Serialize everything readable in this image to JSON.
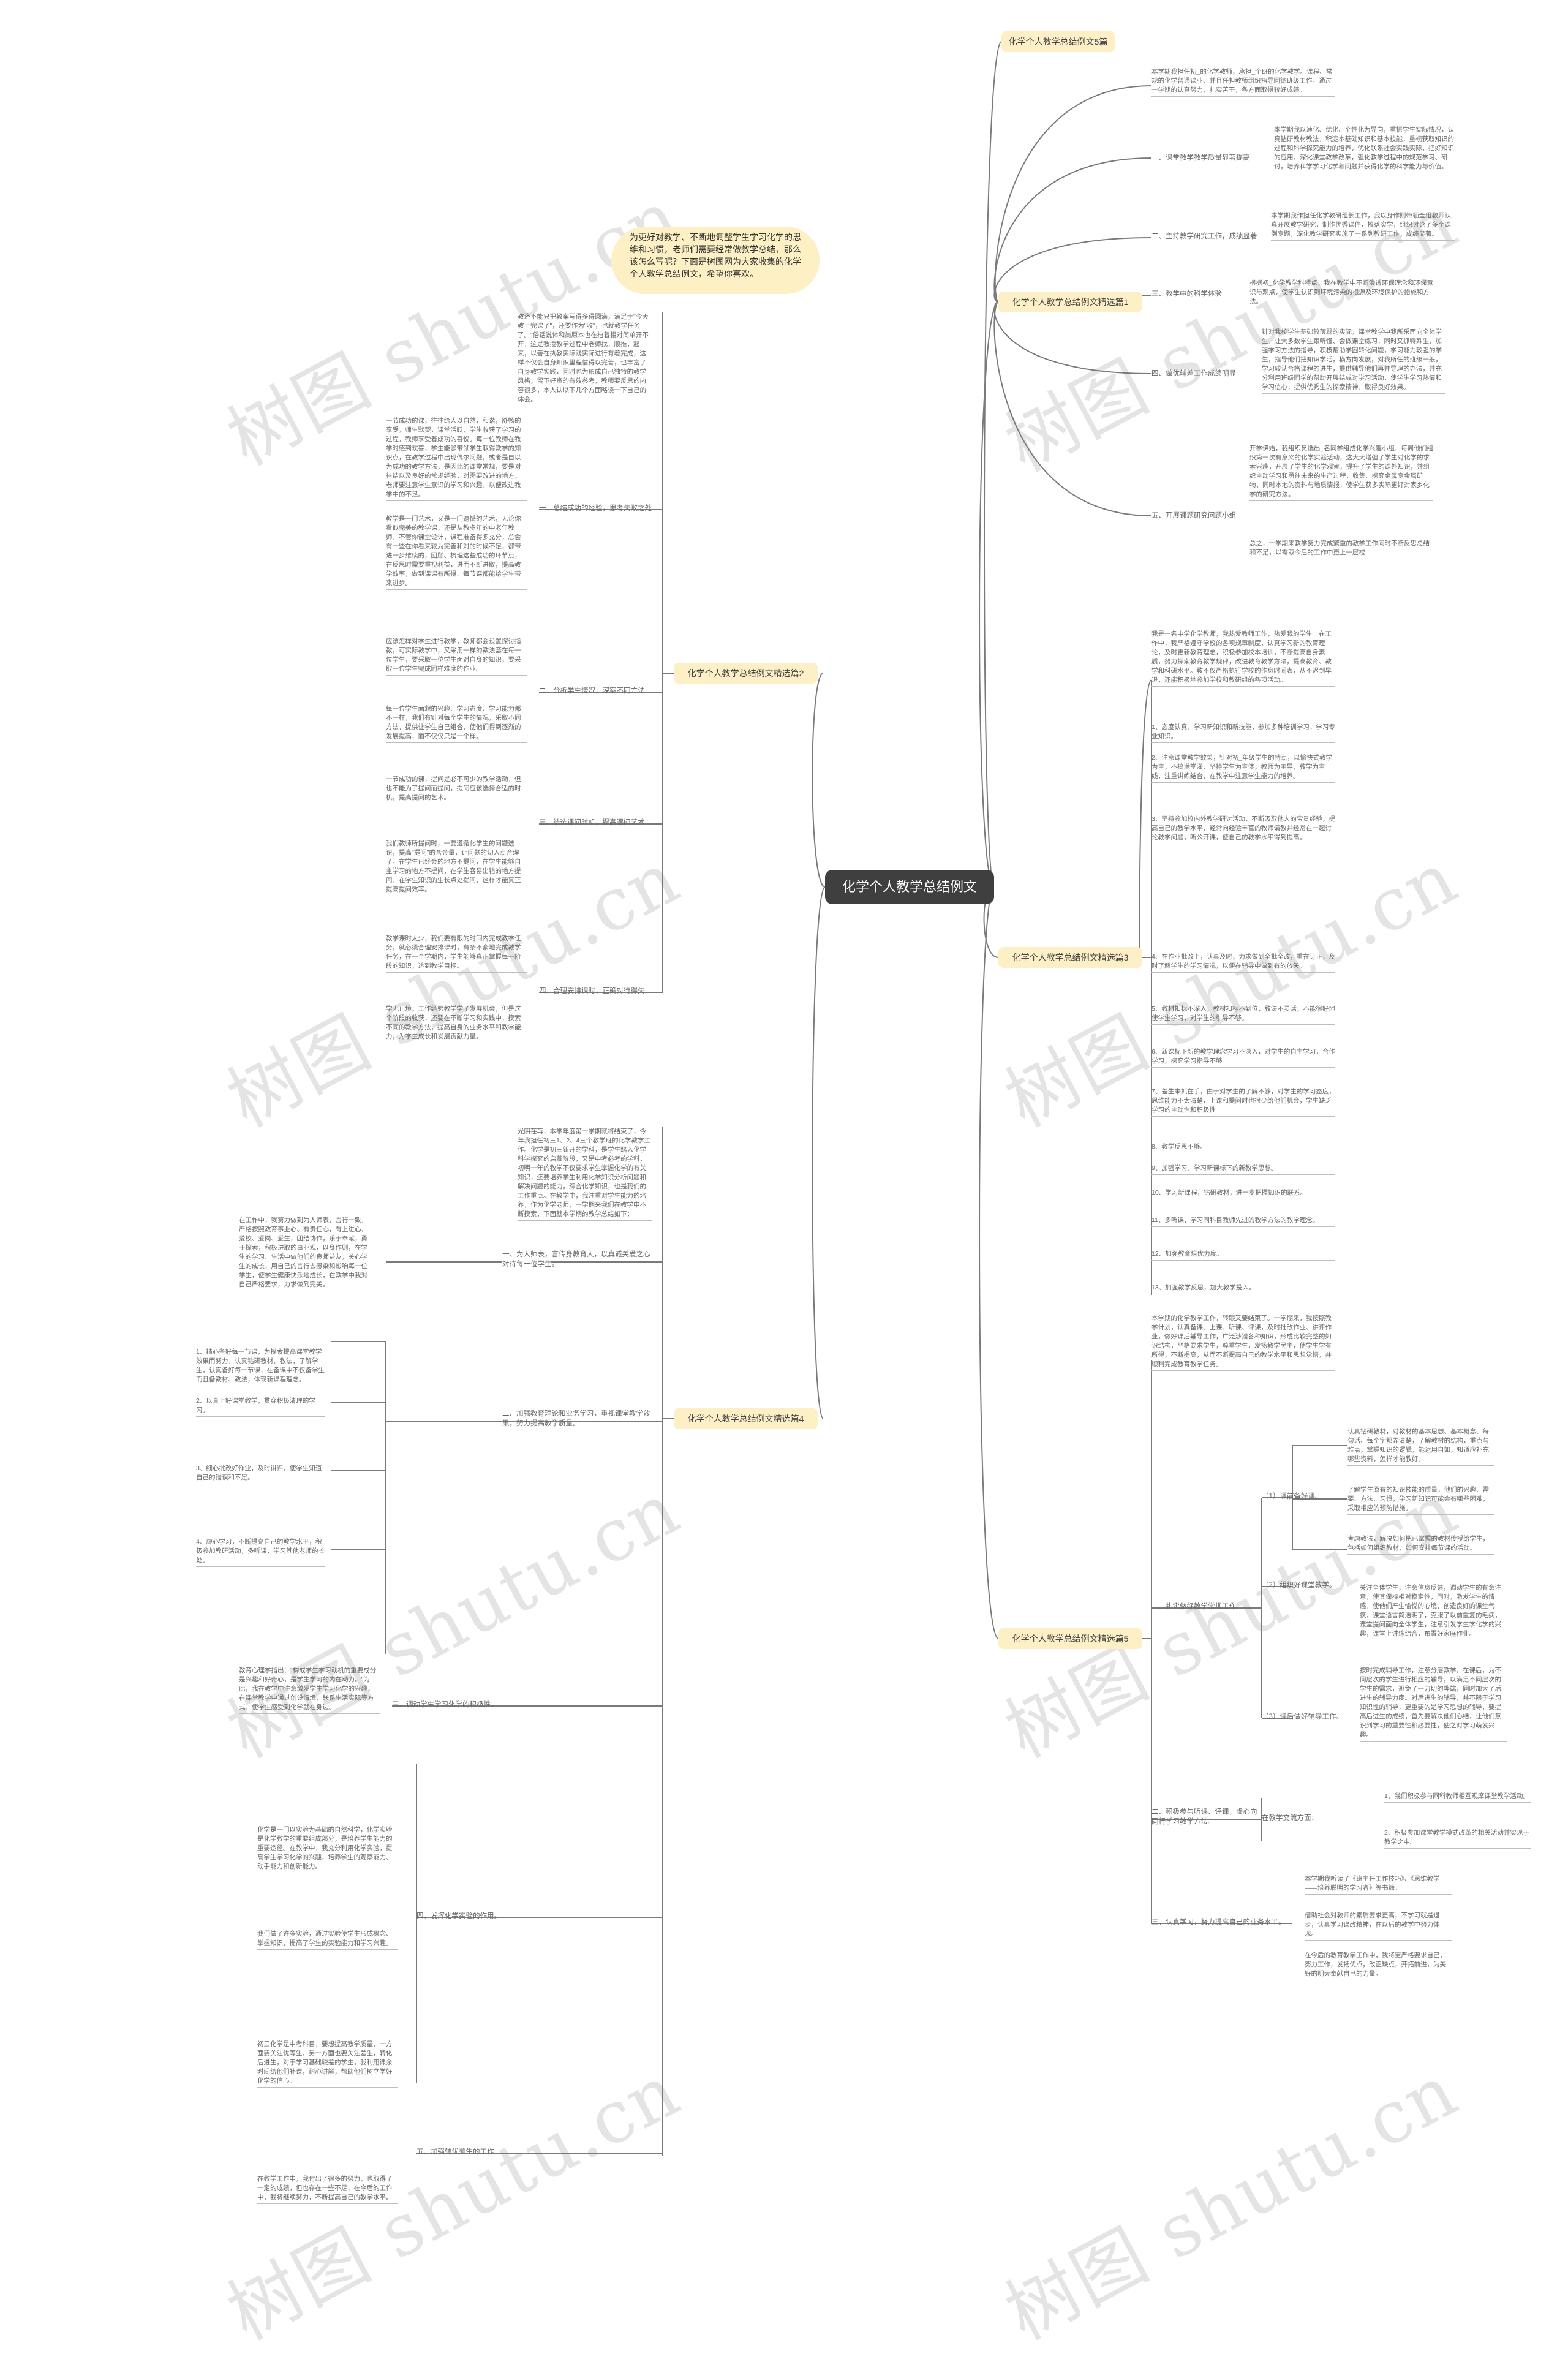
{
  "watermark": "树图 shutu.cn",
  "root": "化学个人教学总结例文",
  "intro": "为更好对教学、不断地调整学生学习化学的思维和习惯，老师们需要经常做教学总结，那么该怎么写呢？下面是树图网为大家收集的化学个人教学总结例文，希望你喜欢。",
  "branches": {
    "b5": "化学个人教学总结例文5篇",
    "b1": "化学个人教学总结例文精选篇1",
    "b2": "化学个人教学总结例文精选篇2",
    "b3": "化学个人教学总结例文精选篇3",
    "b4": "化学个人教学总结例文精选篇4",
    "b5b": "化学个人教学总结例文精选篇5"
  },
  "s1": {
    "intro": "本学期我担任初_的化学教师，承担_个班的化学教学。课程、常规的化学普通课业、并且任担教师组织指导同德班级工作。通过一学期的认真努力，扎实苦干，各方面取得较好成绩。",
    "t1": "一、课堂教学教学质量显著提高",
    "t1_leaf": "本学期我以速化、优化、个性化为导向，重振学生实际情况，认真钻研教材教法，积淀本基础知识和基本技能，重视获取知识的过程和科学探究能力的培养，优化联系社会实践实际，把好知识的应用，深化课堂教学改革，强化教学过程中的规范学习、研讨，培养科学学习化学和问题并获得化学的科学能力与价值。",
    "t2": "二、主持教学研究工作，成绩显著",
    "t2_leaf": "本学期我作担任化学教研组长工作，我以身作则带领全组教师认真开展教学研究，制作优秀课件，搞落实学，组织讨论了多个课例专题，深化教学研究实施了一系列教研工作，成绩显著。",
    "t3": "三、教学中的科学体验",
    "t3_leaf": "根据初_化学教学科特点，我在教学中不断渗透环保理念和环保意识与观点，使学生认识到环境污染的根源及环境保护的措施和方法。",
    "t4": "四、做优辅差工作成绩明显",
    "t4_leaf": "针对我校学生基础较薄弱的实际，课堂教学中我所采面向全体学生，让大多数学生跟听懂、会做课堂练习，同时又抓特殊生，加强学习方法的指导，积极帮助学困转化问题，学习能力较强的学生，指导他们把知识学活，横方向发展，对我所任的班级一般，学习较认合格课程的进生，提供辅导他们再并导理的办法，并充分利用班级同学的帮助开展结成对学习活动，使学生学习热情和学习信心，提供优秀生的探索精神，取得良好效果。",
    "t5": "五、开展课题研究问题小组",
    "t5_leaf1": "开学伊始，我组织员选出_名同学组成化学兴趣小组，每周他们组织第一次有意义的化学实验活动，这大大增强了学生对化学的求索兴趣，开展了学生的化学观察，提升了学生的课外知识，并组织主动学习和勇往未来的生产过程，收集、探究金属专金属矿物，同时本地的资料与地质情报，使学生获多实际更好对家乡化学的研究方法。",
    "t5_leaf2": "总之，一学期来教学努力完成繁重的教学工作同时不断反思总结和不足，以需取今后的工作中更上一层楼!"
  },
  "s2": {
    "intro": "教济不能只把教案写得多得圆满，满足于\"今天教上完课了\"，还要作为\"收\"，也就教学任务了。\"俗话说体和尚原本也在拍着相对简单开不开，这是教授教学过程中老师找，顺推，起来，以善在执教实际践实际进行有着完成，这样不仅会自身知识里程信得以完善，也丰富了自身教学实践，同时也为形成自己独特的教学风格，留下好资的有效参考，教师要反思的内容很多，本人认以下几个方面略谈一下自己的体会。",
    "t1": "一、总结成功的经验，思考失败之处",
    "t1_leaf1": "一节成功的课，往往给人以自然，和谐，舒畅的享受，师生默契，课堂活跃，学生收获了学习的过程，教师享受着成功的喜悦。每一位教师在教学时感到欢喜，学生能够带领学生取得教学的知识点，在教学过程中出现偶尔问题，或者是自以为成功的教学方法，是因此的课堂常规，要是对往结以及良好的常规经验，对需要改进的地方，老师要注意学生意识的学习和兴趣，以便改进教学中的不足。",
    "t1_leaf2": "教学是一门艺术，又是一门遗憾的艺术，无论你看似完美的教学课，还是从教多年的中老年教师，不管你课堂设计，课程准备得多充分，总会有一些在你看来较为完善和对的时候不足，都带进一步维续的，回顾、梳理这些成功的环节点，在反思时需要重视利益，进而不断进取，提高教学效率，做到课课有所得、每节课都能给学生带来进步。",
    "t2": "二、分析学生情况，深案不同方法",
    "t2_leaf1": "应该怎样对学生进行教学，教师都会设置探讨指教，可实际教学中，又采用一样的教法套在每一位学生，要采取一位学生面对自身的知识，要采取一位学生完成同样难度的作业。",
    "t2_leaf2": "每一位学生面貌的兴趣、学习态度、学习能力都不一样，我们有针对每个学生的情况，采取不同方法，提供让学生自己组合，使他们得到逐渐的发展提高，而不仅仅只是一个样。",
    "t3": "三、结选课问时机，提高课问艺术",
    "t3_leaf1": "一节成功的课，提问是必不可少的教学活动，但也不能为了提问而提问，提问应该选择合适的时机，提高提问的艺术。",
    "t3_leaf2": "我们教师所提问时，一要遵循化学生的问题选识，提高\"提问\"的含金量，让问题的切入点合理了。在学生已经会的地方不提问，在学生能够自主学习的地方不提问，在学生容易出错的地方提问，在学生知识的生长点处提问，这样才能真正提高提问效率。",
    "t4": "四、合理安排课时，正确对待得失",
    "t4_leaf1": "教学课时太少，我们要有限的时间内完成教学任务，就必须合理安排课时，有条不紊地完成教学任务，在一个学期内，学生能够真正掌握每一阶段的知识，达到教学目标。",
    "t4_leaf2": "学无止境，工作经验教学学了发展机会，但是这个阶段的收获，还要在不断学习和实践中，摸索不同的教学方法，提高自身的业务水平和教学能力，为学生成长和发展贡献力量。"
  },
  "s3": {
    "intro": "我是一名中学化学教师，我热爱教师工作，热爱我的学生。在工作中，我严格遵守学校的各项规章制度，认真学习新的教育理论，及时更新教育理念，积极参加校本培训，不断提高自身素质，努力探索教育教学规律，改进教育教学方法，提高教育、教学和科研水平。教不仅严格执行学校的作息时间表，从不迟到早退，还能积极地参加学校和教研组的各项活动。",
    "items": [
      "1、态度认真，学习新知识和新技能，参加多种培训学习，学习专业知识。",
      "2、注意课堂教学效果，针对初_年级学生的特点，以愉快式教学为主，不搞满堂灌，坚持学生为主体，教师为主导，教学为主线，注重讲练结合，在教学中注意学生能力的培养。",
      "3、坚持参加校内外教学研讨活动，不断汲取他人的宝贵经验，提高自己的教学水平，经常向经验丰富的教师请教并经常在一起讨论教学问题，听公开课，使自己的教学水平得到提高。",
      "4、在作业批改上，认真及时，力求做到全批全改，重在订正，及时了解学生的学习情况，以便在辅导中做到有的放矢。",
      "5、教材扣标不深入，教材扣标不到位，教法不灵活，不能很好地使学生学习，对学生的引导不够。",
      "6、新课标下新的教学理念学习不深入，对学生的自主学习，合作学习，探究学习指导不够。",
      "7、差生未抓在手，由于对学生的了解不够，对学生的学习态度，思维能力不太清楚，上课和提问时也很少给他们机会，学生缺乏学习的主动性和积极性。",
      "8、教学反思不够。",
      "9、加强学习，学习新课标下的新教学思想。",
      "10、学习新课程，钻研教材，进一步把握知识的联系。",
      "11、多听课，学习同科目教师先进的教学方法的教学理念。",
      "12、加强教育培优力度。",
      "13、加强教学反思，加大教学投入。"
    ]
  },
  "s4": {
    "intro": "光阴荏苒，本学年度第一学期就将结束了，今年我担任初三1、2、4三个教学班的化学教学工作。化学是初三新开的学科，是学生踏入化学科学探究的启蒙阶段，又是中考必考的学科，初明一年的教学不仅要求学生掌握化学的有关知识，还要培养学生利用化学知识分析问题和解决问题的能力，综合化学知识，也是我们的工作重点。在教学中，我注重对学生能力的培养，作为化学老师，一学期来我们在教学中不断摸索，下面就本学期的教学总结如下：",
    "t1": "一、为人师表，言传身教育人，以真诚关爱之心对待每一位学生。",
    "t1_leaf": "在工作中，我努力做到为人师表，言行一致，严格按照教育事业心、有责任心，有上进心，爱校、爱岗、爱生，团结协作，乐于奉献，勇于探索，积极进取的事业观，以身作则，在学生的学习、生活中做他们的良师益友，关心学生的成长，用自己的言行去感染和影响每一位学生，使学生健康快乐地成长，在教学中我对自己严格要求，力求做到完美。",
    "t2": "二、加强教育理论和业务学习，重视课堂教学效果，努力提高教学质量。",
    "t2_leaf1": "1、精心备好每一节课，为探索提高课堂教学效果而努力，认真钻研教材、教法，了解学生，认真备好每一节课，在备课中不仅备学生而且备教材、教法，体现新课程理念。",
    "t2_leaf2": "2、以真上好课堂教学，贯穿积极清理的学习。",
    "t2_leaf3": "3、细心批改好作业，及时讲评，使学生知道自己的错误和不足。",
    "t2_leaf4": "4、虚心学习，不断提高自己的教学水平，积极参加教研活动，多听课，学习其他老师的长处。",
    "t3": "三、调动学生学习化学的积极性。",
    "t3_leaf": "教育心理学指出：\"构成学生学习动机的重要成分是兴趣和好奇心，是学生学习的内在动力。\"为此，我在教学中注意激发学生学习化学的兴趣，在课堂教学中通过创设情境，联系生活实际等方式，使学生感受到化学就在身边。",
    "t4": "四、发挥化学实验的作用。",
    "t4_leaf1": "化学是一门以实验为基础的自然科学，化学实验是化学教学的重要组成部分，是培养学生能力的重要途径。在教学中，我充分利用化学实验，提高学生学习化学的兴趣，培养学生的观察能力、动手能力和创新能力。",
    "t4_leaf2": "我们做了许多实验，通过实验使学生形成概念、掌握知识，提高了学生的实验能力和学习兴趣。",
    "t5": "五、加强辅优差生的工作",
    "t5_leaf1": "初三化学是中考科目，要想提高教学质量，一方面要关注优等生，另一方面也要关注差生，转化后进生，对于学习基础较差的学生，我利用课余时间给他们补课，耐心讲解，帮助他们树立学好化学的信心。",
    "t5_leaf2": "在教学工作中，我付出了很多的努力，也取得了一定的成绩，但也存在一些不足，在今后的工作中，我将继续努力，不断提高自己的教学水平。"
  },
  "s5": {
    "intro": "本学期的化学教学工作，转眼又要结束了。一学期来，我按照教学计划，认真备课、上课、听课、评课，及时批改作业、讲评作业，做好课后辅导工作，广泛涉猎各种知识，形成比较完整的知识结构，严格要求学生，尊重学生，发扬教学民主，使学生学有所得，不断提高，从而不断提高自己的教学水平和思想觉悟，并顺利完成教育教学任务。",
    "t1": "一、扎实做好教学常规工作。",
    "t1_1": "（1）课前备好课。",
    "t1_1_leaf1": "认真钻研教材，对教材的基本思想、基本概念、每句话、每个字都弄清楚，了解教材的结构，重点与难点，掌握知识的逻辑，能运用自如，知道应补充哪些资料，怎样才能教好。",
    "t1_1_leaf2": "了解学生原有的知识技能的质量，他们的兴趣、需要、方法、习惯，学习新知识可能会有哪些困难，采取相应的预防措施。",
    "t1_1_leaf3": "考虑教法，解决如何把已掌握的教材传授给学生，包括如何组织教材，如何安排每节课的活动。",
    "t1_2": "（2）组织好课堂教学。",
    "t1_2_leaf": "关注全体学生，注意信息反馈，调动学生的有意注意，使其保持相对稳定性，同时，激发学生的情感，使他们产生愉悦的心境，创造良好的课堂气氛，课堂语言简洁明了，克服了以前重复的毛病，课堂提问面向全体学生，注意引发学生学化学的兴趣，课堂上讲练结合，布置好家庭作业。",
    "t1_3": "（3）课后做好辅导工作。",
    "t1_3_leaf": "按时完成辅导工作，注意分层教学。在课后，为不同层次的学生进行相应的辅导，以满足不同层次的学生的需求，避免了一刀切的弊端，同时加大了后进生的辅导力度。对后进生的辅导，并不限于学习知识性的辅导，更重要的是学习思想的辅导，要提高后进生的成绩，首先要解决他们心结，让他们意识到学习的重要性和必要性，使之对学习萌发兴趣。",
    "t2": "二、积极参与听课、评课，虚心向同行学习教学方法。",
    "t2_1": "在教学交流方面：",
    "t2_1_leaf1": "1、我们积极参与同科教师相互观摩课堂教学活动。",
    "t2_1_leaf2": "2、积极参加课堂教学模式改革的相关活动并实现于教学之中。",
    "t3": "三、认真学习，努力提高自己的业务水平。",
    "t3_leaf1": "本学期我听读了《班主任工作技巧》、《思维教学——培养聪明的学习者》等书籍。",
    "t3_leaf2": "借助社会对教师的素质要求更高，不学习就是退步，认真学习课改精神，在以后的教学中努力体现。",
    "t3_leaf3": "在今后的教育教学工作中，我将更严格要求自己，努力工作，发扬优点，改正缺点，开拓前进，为美好的明天奉献自己的力量。"
  }
}
